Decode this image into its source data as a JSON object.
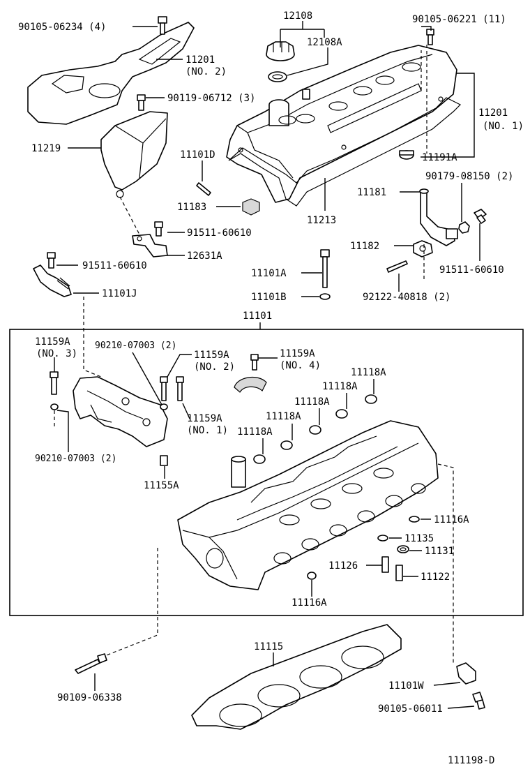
{
  "diagram_id": "111198-D",
  "group_label": "11101",
  "labels": {
    "l_90105_06234": "90105-06234 (4)",
    "l_12108": "12108",
    "l_12108A": "12108A",
    "l_90105_06221": "90105-06221 (11)",
    "l_11201_no2_a": "11201",
    "l_11201_no2_b": "(NO. 2)",
    "l_90119_06712": "90119-06712 (3)",
    "l_11201_no1_a": "11201",
    "l_11201_no1_b": "(NO. 1)",
    "l_11219": "11219",
    "l_11101D": "11101D",
    "l_11191A": "11191A",
    "l_90179_08150": "90179-08150 (2)",
    "l_11181": "11181",
    "l_11183": "11183",
    "l_11213": "11213",
    "l_91511_60610_a": "91511-60610",
    "l_12631A": "12631A",
    "l_11182": "11182",
    "l_91511_60610_b": "91511-60610",
    "l_11101A": "11101A",
    "l_91511_60610_c": "91511-60610",
    "l_11101J": "11101J",
    "l_11101B": "11101B",
    "l_92122_40818": "92122-40818 (2)",
    "l_11159A_no3_a": "11159A",
    "l_11159A_no3_b": "(NO. 3)",
    "l_90210_07003_top": "90210-07003 (2)",
    "l_11159A_no2_a": "11159A",
    "l_11159A_no2_b": "(NO. 2)",
    "l_11159A_no4_a": "11159A",
    "l_11159A_no4_b": "(NO. 4)",
    "l_11118A_1": "11118A",
    "l_11118A_2": "11118A",
    "l_11118A_3": "11118A",
    "l_11118A_4": "11118A",
    "l_11118A_5": "11118A",
    "l_11159A_no1_a": "11159A",
    "l_11159A_no1_b": "(NO. 1)",
    "l_90210_07003_bot": "90210-07003 (2)",
    "l_11155A": "11155A",
    "l_11116A_r": "11116A",
    "l_11135": "11135",
    "l_11131": "11131",
    "l_11126": "11126",
    "l_11122": "11122",
    "l_11116A_b": "11116A",
    "l_11115": "11115",
    "l_11101W": "11101W",
    "l_90109_06338": "90109-06338",
    "l_90105_06011": "90105-06011"
  }
}
